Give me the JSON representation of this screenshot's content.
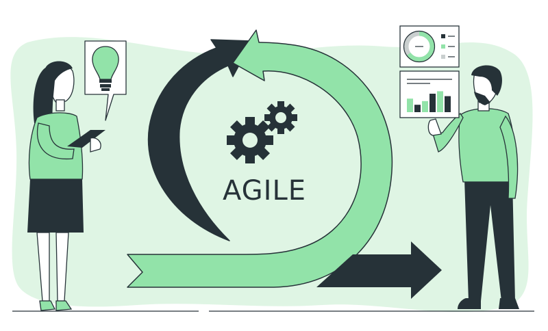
{
  "title": "AGILE",
  "colors": {
    "accent": "#92e3a9",
    "accent_light": "#dff5e4",
    "dark": "#263238",
    "skin": "#ffffff",
    "outline": "#263238",
    "panel": "#ffffff"
  },
  "icons": [
    "lightbulb-icon",
    "gear-icon",
    "donut-chart-icon",
    "bar-chart-icon",
    "arrow-right-icon"
  ],
  "mini_bar_chart": {
    "values": [
      0.55,
      0.3,
      0.45,
      0.75,
      0.85,
      0.65
    ]
  },
  "mini_donut_chart": {
    "fraction": 0.65
  }
}
